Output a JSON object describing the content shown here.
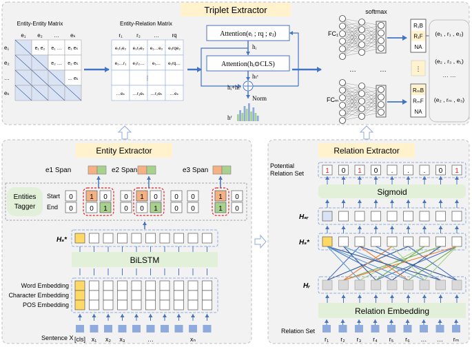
{
  "triplet": {
    "title": "Triplet Extractor",
    "ee_matrix_title": "Entity-Entity Matrix",
    "er_matrix_title": "Entity-Relation Matrix",
    "ee_cols": [
      "e₁",
      "e₂",
      "…",
      "eₖ"
    ],
    "ee_rows": [
      "e₁",
      "e₂",
      "…",
      "eₖ"
    ],
    "ee_cells": [
      [
        "",
        "e₁ e₂",
        "e₁ …",
        "e₁ eₖ"
      ],
      [
        "",
        "",
        "e₂ …",
        "e₂ eₖ"
      ],
      [
        "",
        "",
        "",
        "… eₖ"
      ],
      [
        "",
        "",
        "",
        ""
      ]
    ],
    "er_cols": [
      "r₁",
      "r₂",
      "…",
      "rq"
    ],
    "er_cells": [
      [
        "e₁r₁e₂",
        "e₁r₂e₂",
        "e₁…e₂",
        "e₁rqe₂"
      ],
      [
        "e₁…r₁",
        "e₁r₂…",
        "e₁…",
        "e₁rq…"
      ],
      [
        "",
        "",
        "",
        ""
      ],
      [
        "…eₖ",
        "…r₁eₖ",
        "…r₂eₖ",
        "…eₖ"
      ]
    ],
    "attention1": "Attention(eᵢ ; rq ; eⱼ)",
    "attention2": "Attention(hᵢ⊙CLS)",
    "h_i": "hᵢ",
    "h_tc": "hₜᶜ",
    "h_sum": "hᵢ+hₜᶜ",
    "norm": "Norm",
    "h_f": "hᶠ",
    "softmax": "softmax",
    "fc1": "FC₁",
    "fcm": "FCₘ",
    "dots": "…",
    "label_box1": [
      "R₁B",
      "R₁F",
      "NA"
    ],
    "label_boxm": [
      "RₘB",
      "RₘF",
      "NA"
    ],
    "triples": [
      "(e₁ , r₁ , e₂)",
      "(e₂ , r₃ , e₁)",
      "… …",
      "(e₂ , rₘ , e₃)"
    ]
  },
  "entity": {
    "title": "Entity Extractor",
    "spans": [
      "e1 Span",
      "e2 Span",
      "e3 Span"
    ],
    "tagger_label": "Entities\nTagger",
    "start_label": "Start",
    "end_label": "End",
    "start_tags": [
      "0",
      "1",
      "0",
      "0",
      "1",
      "0",
      "0",
      "0",
      "1",
      "0"
    ],
    "end_tags": [
      "0",
      "0",
      "1",
      "0",
      "0",
      "1",
      "0",
      "0",
      "1",
      "0"
    ],
    "hs_label": "Hₛ*",
    "bilstm": "BiLSTM",
    "embeddings": [
      "Word Embedding",
      "Character Embedding",
      "POS Embedding"
    ],
    "sentence_label": "Sentence X",
    "tokens": [
      "[cls]",
      "x₁",
      "x₂",
      "x₃",
      "",
      "…",
      "",
      "",
      "xₙ",
      ""
    ]
  },
  "relation": {
    "title": "Relation Extractor",
    "potential_label": "Potential\nRelation Set",
    "potential_values": [
      "1",
      "0",
      "1",
      "0",
      ".",
      ".",
      ".",
      "0",
      "1"
    ],
    "sigmoid": "Sigmoid",
    "hsr_label": "Hₛᵣ",
    "hs_label": "Hₛ*",
    "hr_label": "Hᵣ",
    "embedding": "Relation Embedding",
    "relset_label": "Relation Set",
    "relations": [
      "r₁",
      "r₂",
      "r₃",
      "r₄",
      "r₅",
      "r₆",
      "…",
      "…",
      "rₘ"
    ]
  },
  "colors": {
    "orange": "#f4b183",
    "green": "#a9d18e",
    "yellow": "#ffd966",
    "blue_token": "#8faadc",
    "arrow": "#4472c4",
    "dash_red": "#e02020",
    "header_fill": "#fff2cc",
    "panel_fill": "#f2f2f2",
    "green_band": "#e2efd9"
  }
}
